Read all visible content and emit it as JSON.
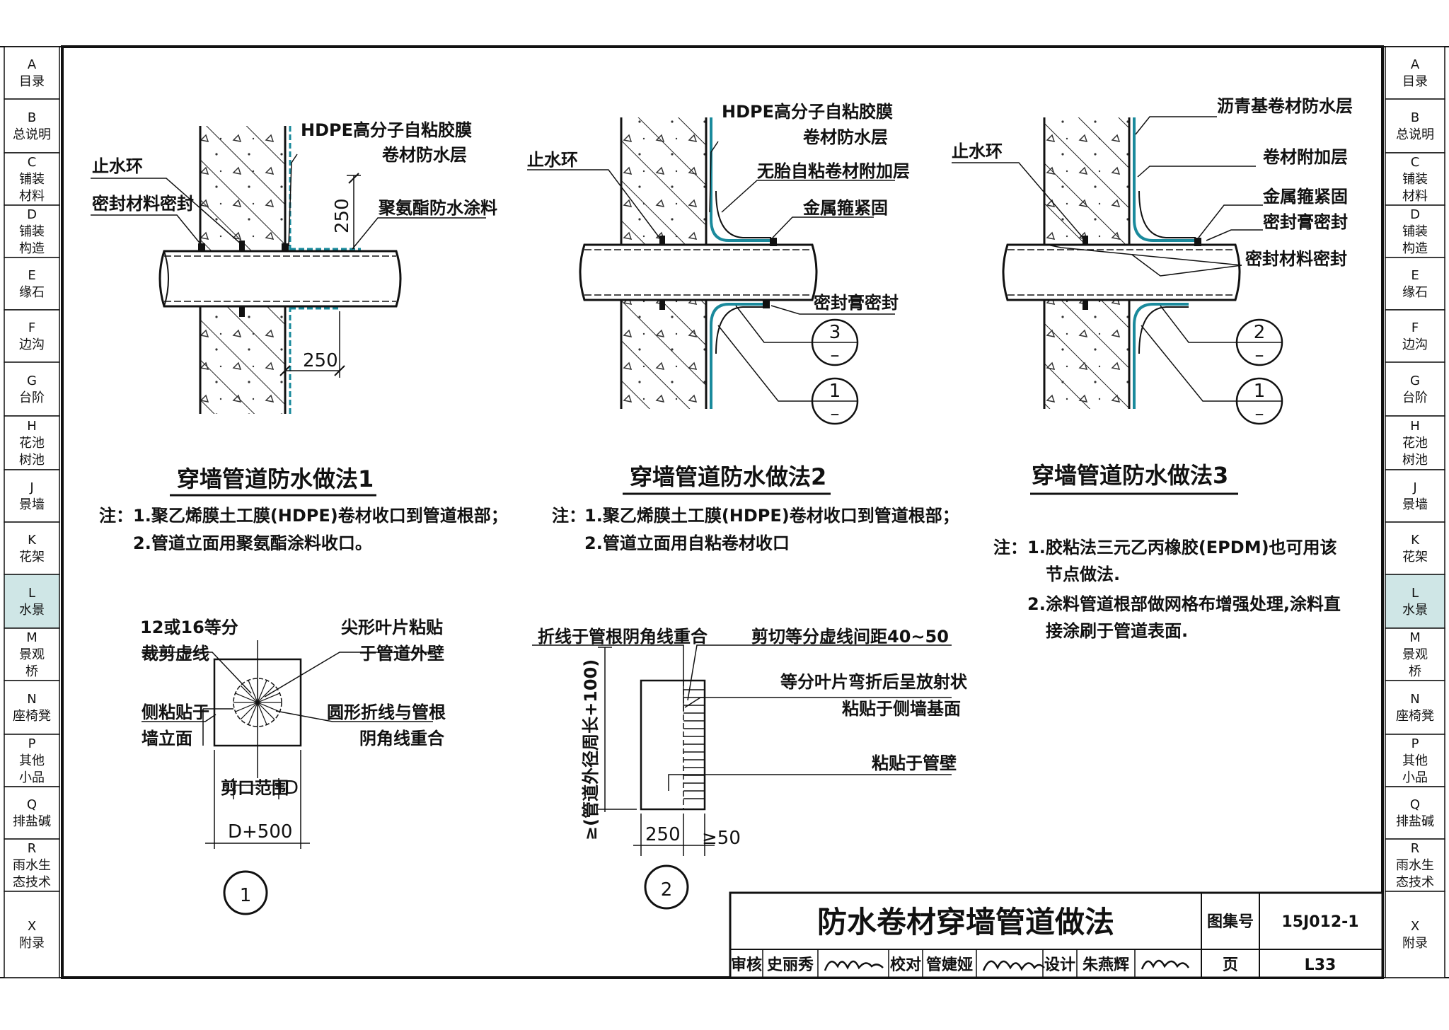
{
  "side_tabs": [
    {
      "letter": "A",
      "lines": [
        "目录"
      ]
    },
    {
      "letter": "B",
      "lines": [
        "总说明"
      ]
    },
    {
      "letter": "C",
      "lines": [
        "铺装",
        "材料"
      ]
    },
    {
      "letter": "D",
      "lines": [
        "铺装",
        "构造"
      ]
    },
    {
      "letter": "E",
      "lines": [
        "缘石"
      ]
    },
    {
      "letter": "F",
      "lines": [
        "边沟"
      ]
    },
    {
      "letter": "G",
      "lines": [
        "台阶"
      ]
    },
    {
      "letter": "H",
      "lines": [
        "花池",
        "树池"
      ]
    },
    {
      "letter": "J",
      "lines": [
        "景墙"
      ]
    },
    {
      "letter": "K",
      "lines": [
        "花架"
      ]
    },
    {
      "letter": "L",
      "lines": [
        "水景"
      ],
      "active": true
    },
    {
      "letter": "M",
      "lines": [
        "景观",
        "桥"
      ]
    },
    {
      "letter": "N",
      "lines": [
        "座椅凳"
      ]
    },
    {
      "letter": "P",
      "lines": [
        "其他",
        "小品"
      ]
    },
    {
      "letter": "Q",
      "lines": [
        "排盐碱"
      ]
    },
    {
      "letter": "R",
      "lines": [
        "雨水生",
        "态技术"
      ]
    },
    {
      "letter": "X",
      "lines": [
        "附录"
      ]
    }
  ],
  "colors": {
    "line": "#111111",
    "membrane": "#1a8a9c",
    "active_tab": "#cfe6e6"
  },
  "detail1": {
    "labels": {
      "stop_ring": "止水环",
      "seal": "密封材料密封",
      "hdpe_1": "HDPE高分子自粘胶膜",
      "hdpe_2": "卷材防水层",
      "pu": "聚氨酯防水涂料"
    },
    "dim_top": "250",
    "dim_bottom": "250",
    "title": "穿墙管道防水做法1",
    "note_prefix": "注：",
    "notes": [
      "1.聚乙烯膜土工膜(HDPE)卷材收口到管道根部；",
      "2.管道立面用聚氨酯涂料收口。"
    ]
  },
  "detail2": {
    "labels": {
      "stop_ring": "止水环",
      "hdpe_1": "HDPE高分子自粘胶膜",
      "hdpe_2": "卷材防水层",
      "nonwoven": "无胎自粘卷材附加层",
      "clamp": "金属箍紧固",
      "paste": "密封膏密封"
    },
    "callout_a": {
      "num": "3",
      "sub": "–"
    },
    "callout_b": {
      "num": "1",
      "sub": "–"
    },
    "title": "穿墙管道防水做法2",
    "note_prefix": "注：",
    "notes": [
      "1.聚乙烯膜土工膜(HDPE)卷材收口到管道根部；",
      "2.管道立面用自粘卷材收口"
    ]
  },
  "detail3": {
    "labels": {
      "asphalt": "沥青基卷材防水层",
      "stop_ring": "止水环",
      "additional": "卷材附加层",
      "clamp": "金属箍紧固",
      "paste": "密封膏密封",
      "seal": "密封材料密封"
    },
    "callout_a": {
      "num": "2",
      "sub": "–"
    },
    "callout_b": {
      "num": "1",
      "sub": "–"
    },
    "title": "穿墙管道防水做法3",
    "note_prefix": "注：",
    "notes": [
      "1.胶粘法三元乙丙橡胶(EPDM)也可用该",
      "节点做法.",
      "2.涂料管道根部做网格布增强处理,涂料直",
      "接涂刷于管道表面."
    ]
  },
  "fig1": {
    "labels": {
      "div_1": "12或16等分",
      "div_2": "裁剪虚线",
      "tip_1": "尖形叶片粘贴",
      "tip_2": "于管道外壁",
      "side_1": "侧粘贴于",
      "side_2": "墙立面",
      "circ_1": "圆形折线与管根",
      "circ_2": "阴角线重合",
      "cut": "剪口范围",
      "d": "D",
      "dim": "D+500"
    },
    "marker": "1"
  },
  "fig2": {
    "labels": {
      "fold": "折线于管根阴角线重合",
      "cut": "剪切等分虚线间距40~50",
      "eq_1": "等分叶片弯折后呈放射状",
      "eq_2": "粘贴于侧墙基面",
      "wall": "粘贴于管壁",
      "vert": "≥(管道外径周长+100)",
      "dim_a": "250",
      "dim_b": "≥50"
    },
    "marker": "2"
  },
  "title_block": {
    "title": "防水卷材穿墙管道做法",
    "atlas_label": "图集号",
    "atlas_value": "15J012-1",
    "review_label": "审核",
    "reviewer": "史丽秀",
    "check_label": "校对",
    "checker": "管婕娅",
    "design_label": "设计",
    "designer": "朱燕辉",
    "page_label": "页",
    "page_value": "L33"
  }
}
